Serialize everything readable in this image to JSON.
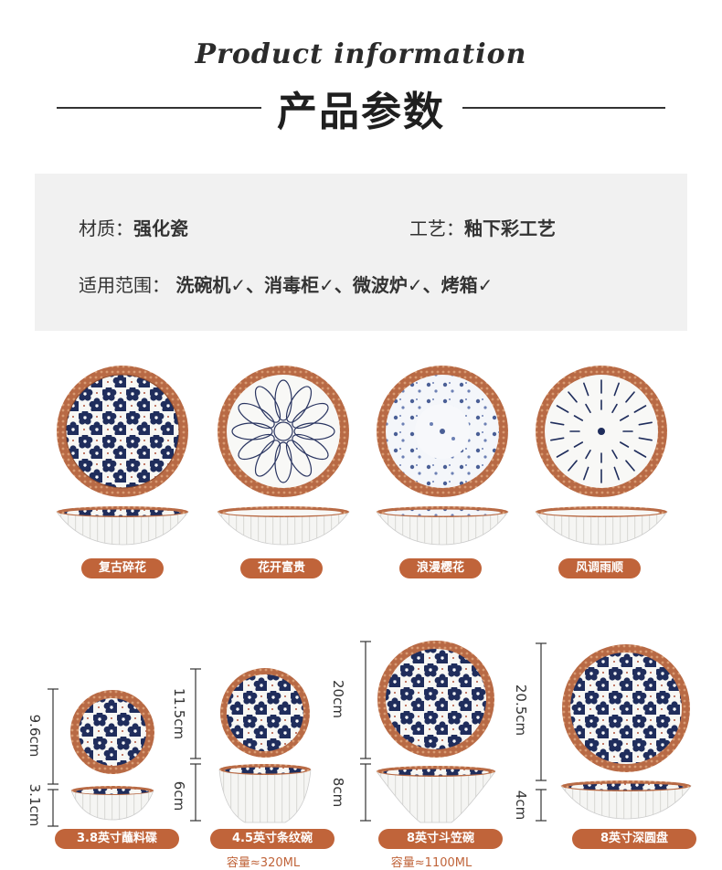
{
  "header": {
    "title_en": "Product information",
    "title_cn": "产品参数"
  },
  "info": {
    "material_label": "材质：",
    "material_value": "强化瓷",
    "craft_label": "工艺：",
    "craft_value": "釉下彩工艺",
    "usage_label": "适用范围：",
    "usage_value": "洗碗机✓、消毒柜✓、微波炉✓、烤箱✓"
  },
  "patterns": [
    {
      "label": "复古碎花"
    },
    {
      "label": "花开富贵"
    },
    {
      "label": "浪漫樱花"
    },
    {
      "label": "风调雨顺"
    }
  ],
  "sizes": [
    {
      "label": "3.8英寸蘸料碟",
      "diameter": "9.6cm",
      "height": "3.1cm",
      "capacity": ""
    },
    {
      "label": "4.5英寸条纹碗",
      "diameter": "11.5cm",
      "height": "6cm",
      "capacity": "容量≈320ML"
    },
    {
      "label": "8英寸斗笠碗",
      "diameter": "20cm",
      "height": "8cm",
      "capacity": "容量≈1100ML"
    },
    {
      "label": "8英寸深圆盘",
      "diameter": "20.5cm",
      "height": "4cm",
      "capacity": ""
    }
  ],
  "colors": {
    "accent": "#c0643a",
    "rim": "#b86a45",
    "glaze_blue": "#1f2d5c",
    "panel": "#f1f1f1"
  }
}
